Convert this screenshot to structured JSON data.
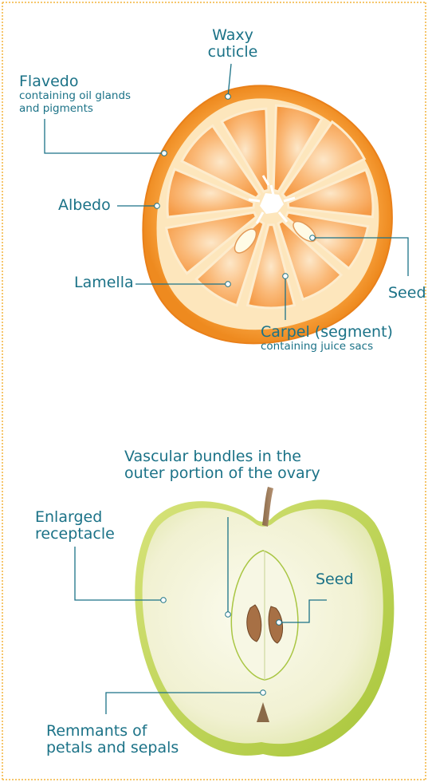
{
  "citrus": {
    "waxy_cuticle": "Waxy",
    "waxy_cuticle_2": "cuticle",
    "flavedo": "Flavedo",
    "flavedo_sub_1": "containing oil glands",
    "flavedo_sub_2": "and pigments",
    "albedo": "Albedo",
    "lamella": "Lamella",
    "seed": "Seed",
    "carpel": "Carpel (segment)",
    "carpel_sub": "containing juice sacs"
  },
  "apple": {
    "vascular_1": "Vascular bundles in the",
    "vascular_2": "outer portion of the ovary",
    "receptacle_1": "Enlarged",
    "receptacle_2": "receptacle",
    "seed": "Seed",
    "remnants_1": "Remmants of",
    "remnants_2": "petals and sepals"
  },
  "colors": {
    "label": "#1b7287",
    "frame": "#f4b33c",
    "orange_rind": "#f08a22",
    "orange_albedo": "#fde6bc",
    "orange_flesh": "#f9a95b",
    "apple_skin": "#b8d24e",
    "apple_flesh": "#f6f4dc"
  }
}
